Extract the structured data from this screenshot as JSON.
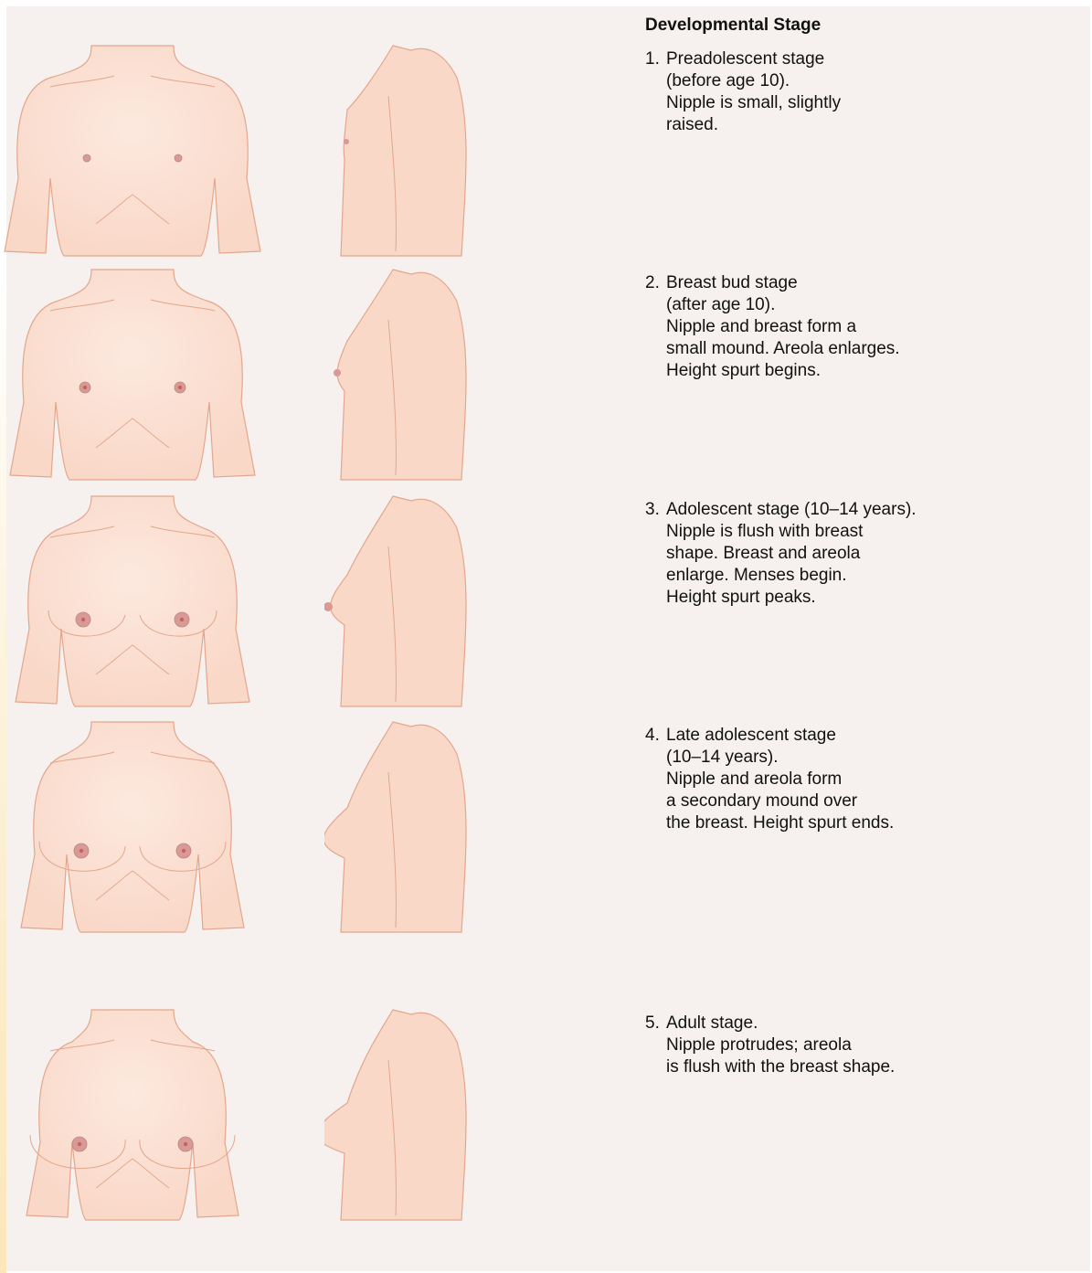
{
  "heading": "Developmental Stage",
  "colors": {
    "panel_background": "#f6f1ee",
    "skin": "#f9d8c8",
    "skin_outline": "#e3a68c",
    "areola": "#d99a96",
    "nipple": "#c8625e"
  },
  "stages": [
    {
      "number": "1.",
      "lines": [
        "Preadolescent stage",
        "(before age 10).",
        "Nipple is small, slightly",
        "raised."
      ]
    },
    {
      "number": "2.",
      "lines": [
        "Breast bud stage",
        "(after age 10).",
        "Nipple and breast form a",
        "small mound. Areola enlarges.",
        "Height spurt begins."
      ]
    },
    {
      "number": "3.",
      "lines": [
        "Adolescent stage (10–14 years).",
        "Nipple is flush with breast",
        "shape. Breast and areola",
        "enlarge. Menses begin.",
        "Height spurt peaks."
      ]
    },
    {
      "number": "4.",
      "lines": [
        "Late adolescent stage",
        "(10–14 years).",
        "Nipple and areola form",
        "a secondary mound over",
        "the breast. Height spurt ends."
      ]
    },
    {
      "number": "5.",
      "lines": [
        "Adult stage.",
        "Nipple protrudes; areola",
        "is flush with the breast shape."
      ]
    }
  ]
}
